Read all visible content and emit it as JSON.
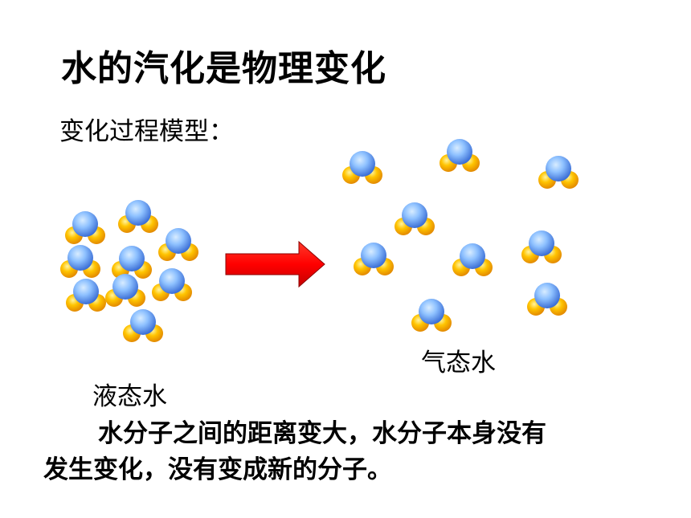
{
  "slide": {
    "title": "水的汽化是物理变化",
    "subtitle": "变化过程模型：",
    "liquid_label": "液态水",
    "gas_label": "气态水",
    "description_line1": "水分子之间的距离变大，水分子本身没有",
    "description_line2": "发生变化，没有变成新的分子。"
  },
  "colors": {
    "oxygen": "#6a9ef2",
    "hydrogen": "#ffbb00",
    "arrow": "#ff0000",
    "text": "#000000"
  },
  "icons": {
    "molecule": "water-molecule-icon",
    "arrow": "right-arrow-icon"
  }
}
